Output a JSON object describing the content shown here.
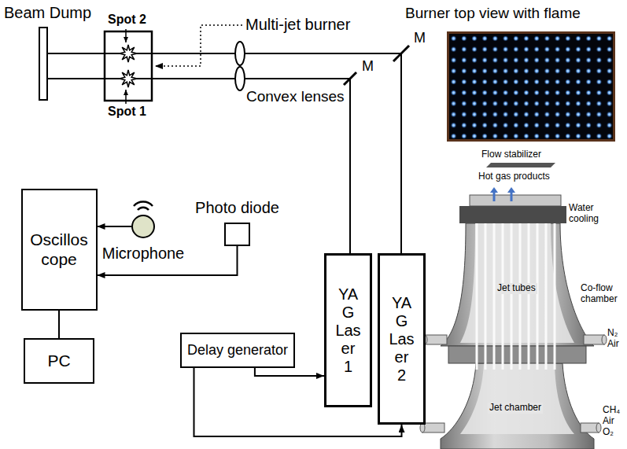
{
  "diagram": {
    "nodes": [
      {
        "text": [
          "Oscillos cope"
        ]
      },
      {
        "text": [
          "PC"
        ]
      },
      {
        "text": [
          "Microphone"
        ]
      },
      {
        "text": [
          "Photo diode"
        ]
      },
      {
        "text": [
          "YA G Las er 1"
        ]
      },
      {
        "text": [
          "YA G Las er 2"
        ]
      },
      {
        "text": [
          "Delay generator"
        ]
      }
    ],
    "edges": [
      {
        "from": 2,
        "to": 0,
        "arrow": "to"
      },
      {
        "from": 3,
        "to": 0,
        "arrow": "to"
      },
      {
        "from": 0,
        "to": 1,
        "arrow": "none"
      },
      {
        "from": 6,
        "to": 4,
        "arrow": "to"
      },
      {
        "from": 6,
        "to": 5,
        "arrow": "to"
      }
    ],
    "labels": [
      "Beam Dump",
      "Spot 2",
      "Spot 1",
      "Multi-jet burner",
      "Convex lenses",
      "M",
      "M",
      "Burner top view with flame",
      "Flow stabilizer",
      "Hot gas products",
      "Water cooling",
      "Jet tubes",
      "Co-flow chamber",
      "N₂",
      "Air",
      "CH₄",
      "Air",
      "O₂",
      "Jet chamber"
    ]
  }
}
